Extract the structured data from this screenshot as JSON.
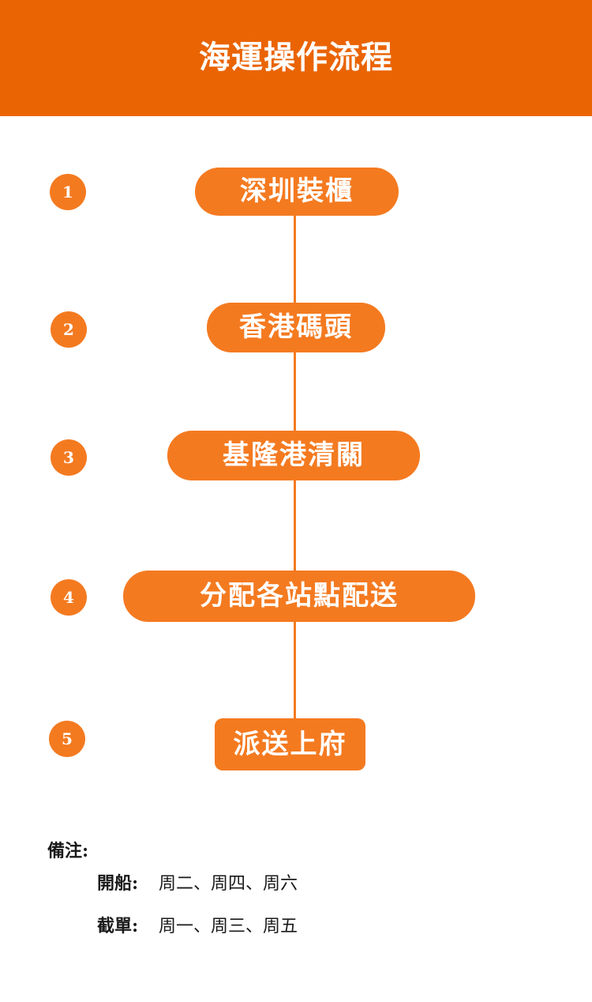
{
  "header": {
    "title": "海運操作流程"
  },
  "steps": [
    {
      "number": "1",
      "label": "深圳裝櫃"
    },
    {
      "number": "2",
      "label": "香港碼頭"
    },
    {
      "number": "3",
      "label": "基隆港清關"
    },
    {
      "number": "4",
      "label": "分配各站點配送"
    },
    {
      "number": "5",
      "label": "派送上府"
    }
  ],
  "notes": {
    "title": "備注:",
    "lines": [
      {
        "label": "開船:",
        "value": "周二、周四、周六"
      },
      {
        "label": "截單:",
        "value": "周一、周三、周五"
      }
    ]
  },
  "colors": {
    "header_bg": "#ea6403",
    "accent": "#f47a20",
    "text_on_accent": "#ffffff",
    "note_text": "#1a1a1a"
  }
}
